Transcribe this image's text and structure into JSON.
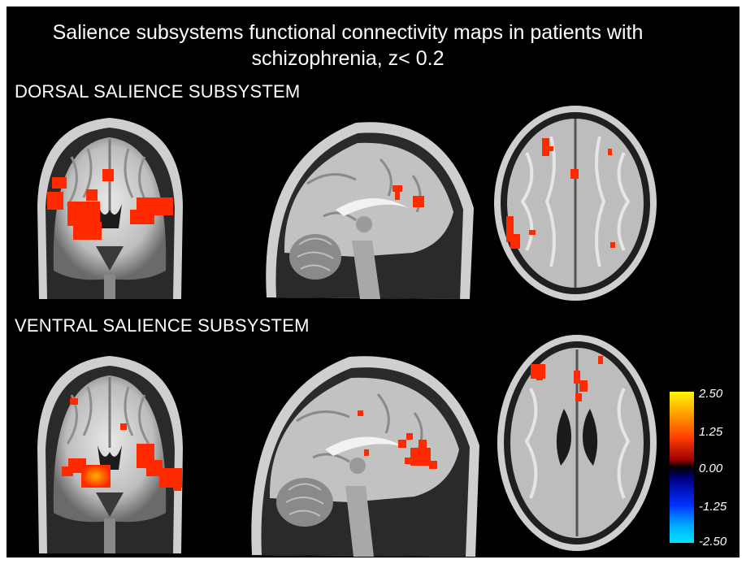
{
  "title": {
    "line1": "Salience subsystems functional connectivity maps in patients with",
    "line2": "schizophrenia,  z< 0.2"
  },
  "sections": {
    "dorsal": "DORSAL SALIENCE SUBSYSTEM",
    "ventral": "VENTRAL SALIENCE SUBSYSTEM"
  },
  "colorbar": {
    "ticks": [
      "2.50",
      "1.25",
      "0.00",
      "-1.25",
      "-2.50"
    ],
    "colors": {
      "high": "#fff700",
      "mid_pos": "#ff4000",
      "zero": "#000000",
      "mid_neg": "#0030ff",
      "low": "#00e5ff"
    }
  },
  "activation_color": "#ff2a00"
}
